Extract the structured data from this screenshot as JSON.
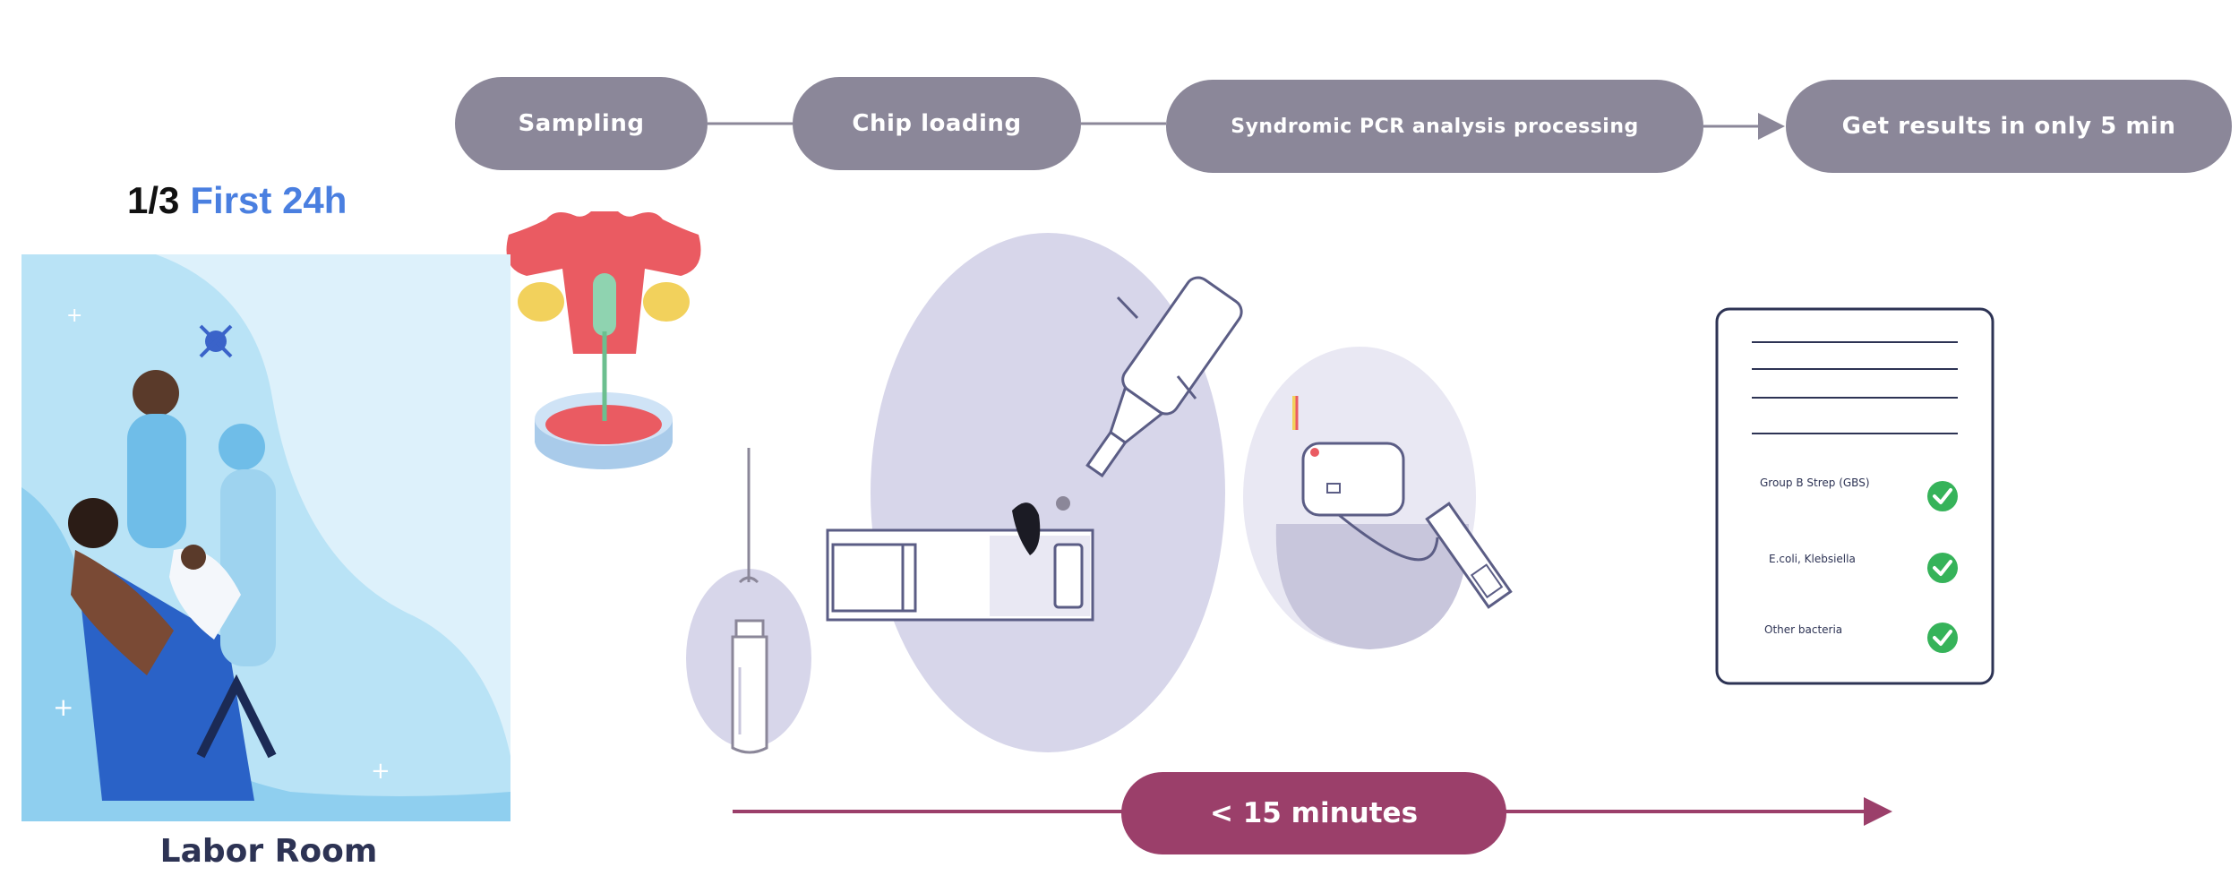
{
  "steps": [
    {
      "label": "Sampling"
    },
    {
      "label": "Chip loading"
    },
    {
      "label": "Syndromic PCR analysis processing"
    },
    {
      "label": "Get results in only 5 min"
    }
  ],
  "stage": {
    "number": "1/3",
    "title": "First 24h"
  },
  "location": "Labor Room",
  "duration": "< 15 minutes",
  "results": [
    {
      "label": "Group B Strep (GBS)",
      "status": "check-icon"
    },
    {
      "label": "E.coli, Klebsiella",
      "status": "check-icon"
    },
    {
      "label": "Other bacteria",
      "status": "check-icon"
    }
  ],
  "colors": {
    "step_pill": "#8b8799",
    "duration_pill": "#9b3f6a",
    "stage_accent": "#4a7fe0",
    "lavender": "#d7d6ea",
    "navy": "#2d3354",
    "check_green": "#36b35a"
  }
}
